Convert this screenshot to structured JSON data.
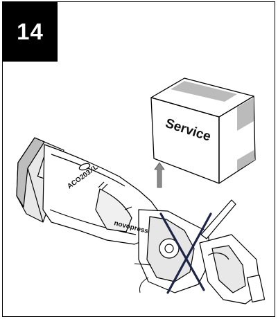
{
  "step": {
    "number": "14"
  },
  "box": {
    "label": "Service"
  },
  "tool": {
    "model": "ACO203XL",
    "brand": "novopress"
  }
}
